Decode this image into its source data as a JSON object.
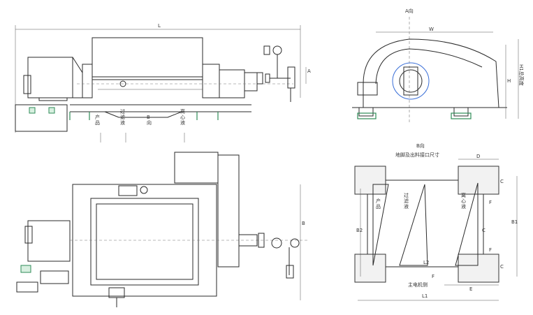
{
  "front_view": {
    "dim_length": "L",
    "dim_height": "A"
  },
  "side_view": {
    "view_label": "A向",
    "dim_h": "H",
    "dim_h1": "H1总高度",
    "dim_w": "W"
  },
  "plan_view": {
    "dim_b": "B"
  },
  "foundation_view": {
    "title_line1": "B向",
    "title_line2": "地脚及出料接口尺寸",
    "dim_d": "D",
    "dim_c": "C",
    "dim_c1": "C",
    "dim_c2": "C",
    "dim_b1": "B1",
    "dim_b2": "B2",
    "dim_l1": "L1",
    "dim_l2": "L2",
    "dim_e": "E",
    "dim_f1": "F",
    "dim_f2": "F",
    "dim_f3": "F",
    "motor_side": "主电机侧"
  },
  "outlets": {
    "product": "产品",
    "filtrate": "过滤液",
    "centrate": "离心液",
    "b_dir": "B向"
  },
  "colors": {
    "line": "#2a2a2a",
    "accent_green": "#2e8b57",
    "accent_blue": "#3a6fd8"
  }
}
